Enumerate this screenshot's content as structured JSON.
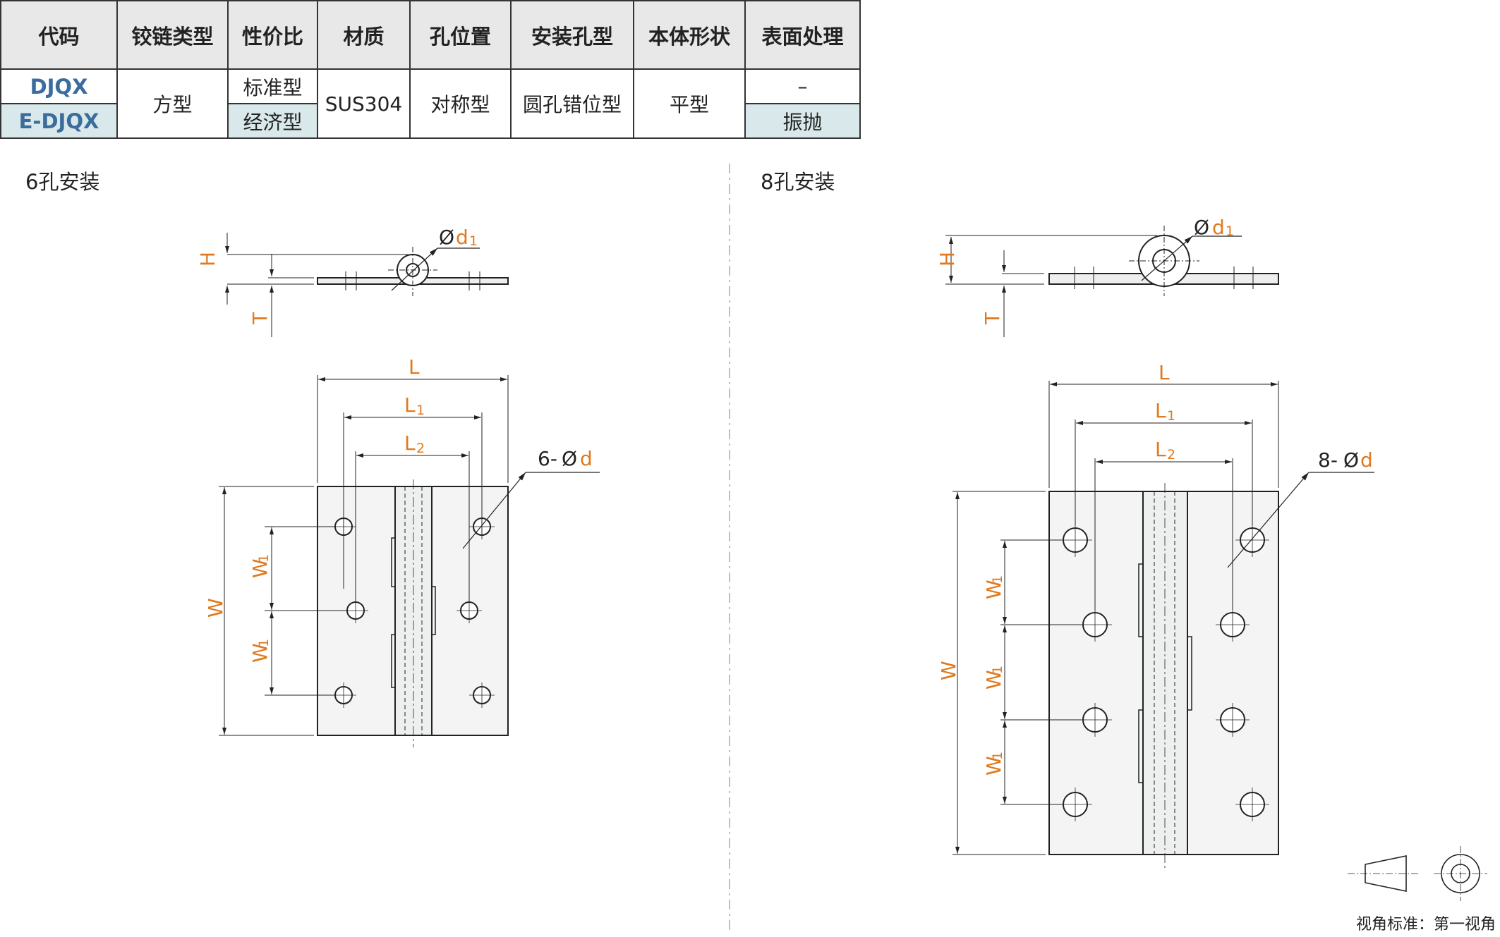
{
  "table": {
    "headers": [
      "代码",
      "铰链类型",
      "性价比",
      "材质",
      "孔位置",
      "安装孔型",
      "本体形状",
      "表面处理"
    ],
    "rows": [
      {
        "code": "DJQX",
        "hinge_type": "方型",
        "cost": "标准型",
        "material": "SUS304",
        "hole_position": "对称型",
        "hole_type": "圆孔错位型",
        "shape": "平型",
        "surface": "–"
      },
      {
        "code": "E-DJQX",
        "cost": "经济型",
        "surface": "振抛"
      }
    ]
  },
  "sections": {
    "left_title": "6孔安装",
    "right_title": "8孔安装"
  },
  "dims": {
    "H": "H",
    "T": "T",
    "d1": "d",
    "d1_sub": "1",
    "L": "L",
    "L1": "L",
    "L1_sub": "1",
    "L2": "L",
    "L2_sub": "2",
    "W": "W",
    "W1": "W",
    "W1_sub": "1",
    "holes_left_prefix": "6-",
    "holes_right_prefix": "8-",
    "holes_d": "d",
    "phi": "Ø"
  },
  "view_standard": "视角标准：第一视角",
  "colors": {
    "dimension": "#e07a1f",
    "code": "#3a6c9e",
    "row_highlight": "#d9e8ea",
    "header_bg": "#e8e8e8"
  }
}
